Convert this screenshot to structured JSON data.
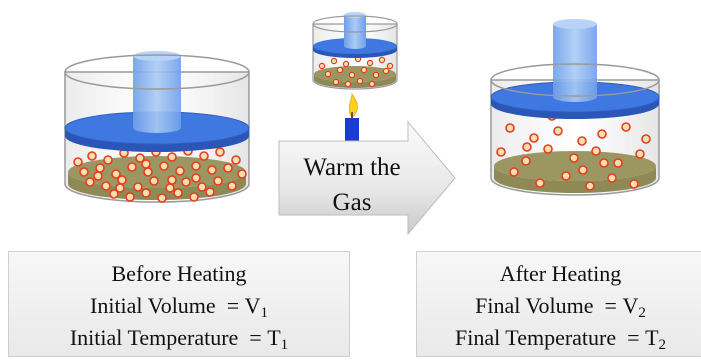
{
  "arrow": {
    "line1": "Warm the",
    "line2": "Gas"
  },
  "before": {
    "title": "Before Heating",
    "volume_label": "Initial Volume",
    "volume_symbol": "V",
    "volume_sub": "1",
    "temp_label": "Initial Temperature",
    "temp_symbol": "T",
    "temp_sub": "1"
  },
  "after": {
    "title": "After Heating",
    "volume_label": "Final Volume",
    "volume_symbol": "V",
    "volume_sub": "2",
    "temp_label": "Final Temperature",
    "temp_symbol": "T",
    "temp_sub": "2"
  },
  "colors": {
    "piston_blue": "#3f78e0",
    "rod_blue": "#8fb8f0",
    "gas_floor": "#8f8a55",
    "particle_fill": "#f6e0b0",
    "particle_ring": "#e53c1e",
    "flame": "#ffd21f",
    "candle": "#1a3cd4"
  }
}
